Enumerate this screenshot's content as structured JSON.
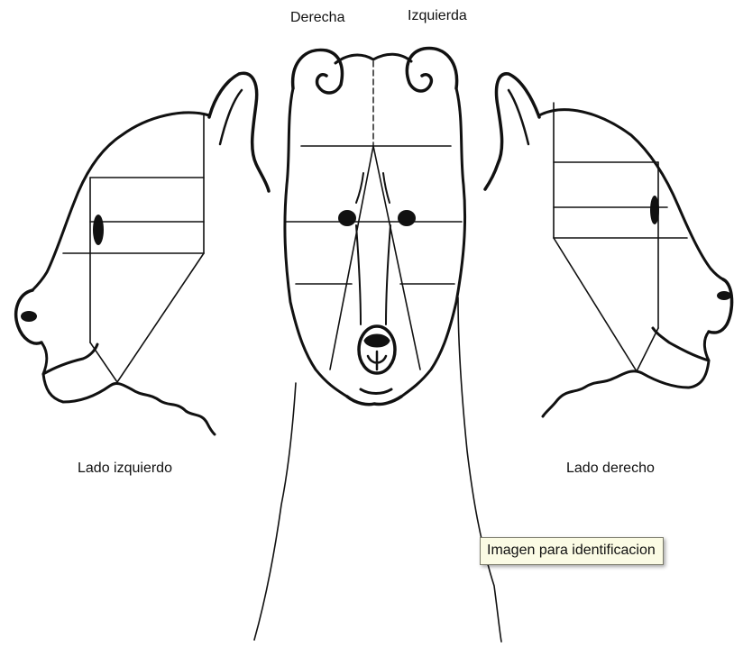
{
  "labels": {
    "front_right": "Derecha",
    "front_left": "Izquierda",
    "side_left": "Lado izquierdo",
    "side_right": "Lado derecho"
  },
  "tooltip": {
    "text": "Imagen para identificacion"
  },
  "colors": {
    "ink": "#111111",
    "tooltip_bg": "#fbfbe4"
  }
}
